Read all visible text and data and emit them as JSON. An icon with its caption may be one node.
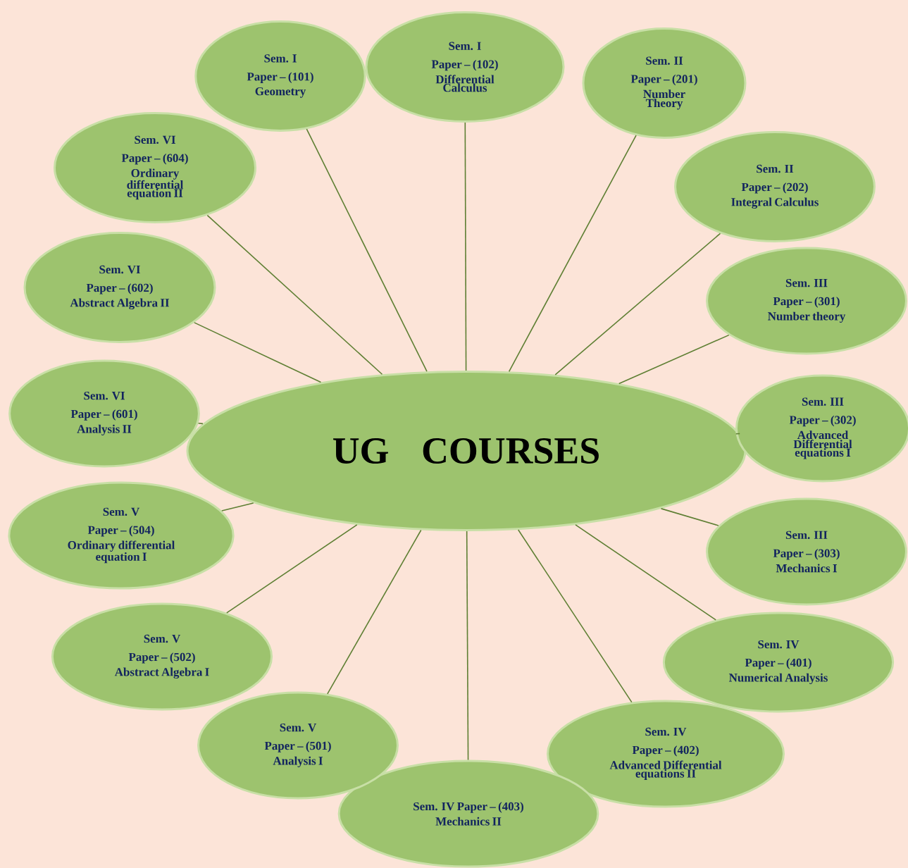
{
  "diagram": {
    "nodes": [
      {
        "text": [
          "UG COURSES"
        ]
      },
      {
        "text": [
          "Sem. I",
          "Paper – (101)",
          "Geometry"
        ]
      },
      {
        "text": [
          "Sem. I",
          "Paper – (102)",
          "Differential Calculus"
        ]
      },
      {
        "text": [
          "Sem. II",
          "Paper – (201)",
          "Number Theory"
        ]
      },
      {
        "text": [
          "Sem. II",
          "Paper – (202)",
          "Integral Calculus"
        ]
      },
      {
        "text": [
          "Sem. III",
          "Paper – (301)",
          "Number theory"
        ]
      },
      {
        "text": [
          "Sem. III",
          "Paper – (302)",
          "Advanced Differential equations I"
        ]
      },
      {
        "text": [
          "Sem. III",
          "Paper – (303)",
          "Mechanics I"
        ]
      },
      {
        "text": [
          "Sem. IV",
          "Paper – (401)",
          "Numerical Analysis"
        ]
      },
      {
        "text": [
          "Sem. IV",
          "Paper – (402)",
          "Advanced Differential equations II"
        ]
      },
      {
        "text": [
          "Sem. IV Paper – (403)",
          "Mechanics II"
        ]
      },
      {
        "text": [
          "Sem. V",
          "Paper – (501)",
          "Analysis I"
        ]
      },
      {
        "text": [
          "Sem. V",
          "Paper – (502)",
          "Abstract Algebra I"
        ]
      },
      {
        "text": [
          "Sem. V",
          "Paper – (504)",
          "Ordinary differential equation I"
        ]
      },
      {
        "text": [
          "Sem. VI",
          "Paper – (601)",
          "Analysis II"
        ]
      },
      {
        "text": [
          "Sem. VI",
          "Paper – (602)",
          "Abstract Algebra II"
        ]
      },
      {
        "text": [
          "Sem. VI",
          "Paper – (604)",
          "Ordinary differential equation II"
        ]
      }
    ],
    "edges": [
      {
        "from": 0,
        "to": 1,
        "arrow": "none"
      },
      {
        "from": 0,
        "to": 2,
        "arrow": "none"
      },
      {
        "from": 0,
        "to": 3,
        "arrow": "none"
      },
      {
        "from": 0,
        "to": 4,
        "arrow": "none"
      },
      {
        "from": 0,
        "to": 5,
        "arrow": "none"
      },
      {
        "from": 0,
        "to": 6,
        "arrow": "none"
      },
      {
        "from": 0,
        "to": 7,
        "arrow": "none"
      },
      {
        "from": 0,
        "to": 8,
        "arrow": "none"
      },
      {
        "from": 0,
        "to": 9,
        "arrow": "none"
      },
      {
        "from": 0,
        "to": 10,
        "arrow": "none"
      },
      {
        "from": 0,
        "to": 11,
        "arrow": "none"
      },
      {
        "from": 0,
        "to": 12,
        "arrow": "none"
      },
      {
        "from": 0,
        "to": 13,
        "arrow": "none"
      },
      {
        "from": 0,
        "to": 14,
        "arrow": "none"
      },
      {
        "from": 0,
        "to": 15,
        "arrow": "none"
      },
      {
        "from": 0,
        "to": 16,
        "arrow": "none"
      }
    ]
  }
}
